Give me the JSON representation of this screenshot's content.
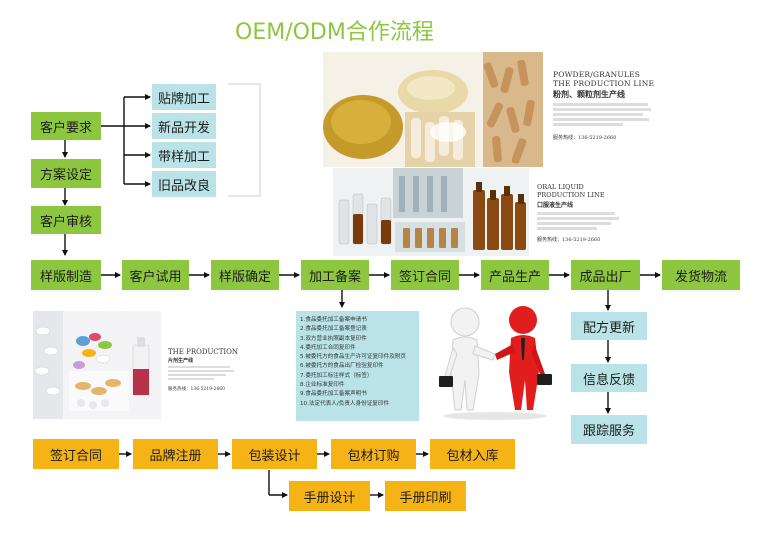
{
  "title": "OEM/ODM合作流程",
  "requests": [
    "客户要求",
    "方案设定",
    "客户审核"
  ],
  "options": [
    "贴牌加工",
    "新品开发",
    "带样加工",
    "旧品改良"
  ],
  "main_flow": [
    "样版制造",
    "客户试用",
    "样版确定",
    "加工备案",
    "签订合同",
    "产品生产",
    "成品出厂",
    "发货物流"
  ],
  "after_sales": [
    "配方更新",
    "信息反馈",
    "跟踪服务"
  ],
  "bottom_flow": [
    "签订合同",
    "品牌注册",
    "包装设计",
    "包材订购",
    "包材入库"
  ],
  "design_flow": [
    "手册设计",
    "手册印刷"
  ],
  "filing_docs": [
    "1.食品委托加工备案申请书",
    "2.食品委托加工备案登记表",
    "3.双方营业执照副本复印件",
    "4.委托加工合同复印件",
    "5.被委托方的食品生产许可证复印件及附页",
    "6.被委托方的食品出厂检验复印件",
    "7.委托加工标注样式（标签）",
    "8.企业标准复印件",
    "9.食品委托加工备案声明书",
    "10.法定代表人/负责人身份证复印件"
  ],
  "powder_card": {
    "en": [
      "POWDER/GRANULES",
      "THE PRODUCTION LINE"
    ],
    "cn": "粉剂、颗粒剂生产线",
    "hotline": "服务热线：136-5219-2660"
  },
  "liquid_card": {
    "en": [
      "ORAL LIQUID",
      "PRODUCTION LINE"
    ],
    "cn": "口服液生产线",
    "hotline": "服务热线：136-5219-2660"
  },
  "tablet_card": {
    "en": "THE PRODUCTION",
    "cn": "片剂生产线",
    "hotline": "服务热线：136-5219-2660"
  },
  "colors": {
    "green": "#8dc63f",
    "teal": "#b9e3e7",
    "orange": "#f5b316",
    "line": "#111111"
  }
}
